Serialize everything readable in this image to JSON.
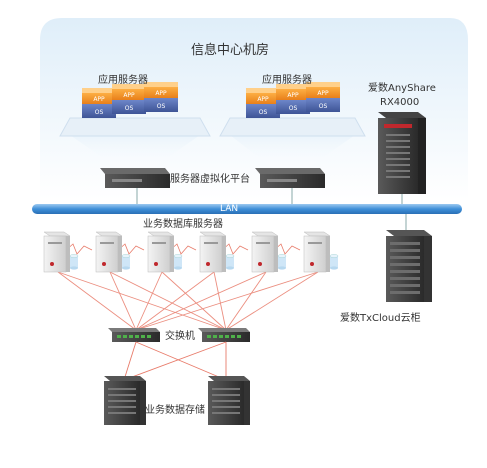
{
  "title": "信息中心机房",
  "app_server_label": "应用服务器",
  "stack_labels": {
    "app": "APP",
    "os": "OS"
  },
  "virtualization_label": "服务器虚拟化平台",
  "anyshare_label_line1": "爱数AnyShare",
  "anyshare_label_line2": "RX4000",
  "lan_label": "LAN",
  "db_server_label": "业务数据库服务器",
  "switch_label": "交换机",
  "storage_label": "业务数据存储",
  "txcloud_label": "爱数TxCloud云柜",
  "colors": {
    "app_orange": "#f08c1e",
    "os_blue": "#4a62a8",
    "lan_blue": "#3f8fd8",
    "connection_red": "#e87b6a",
    "panel_bg": "#eef5fb"
  }
}
